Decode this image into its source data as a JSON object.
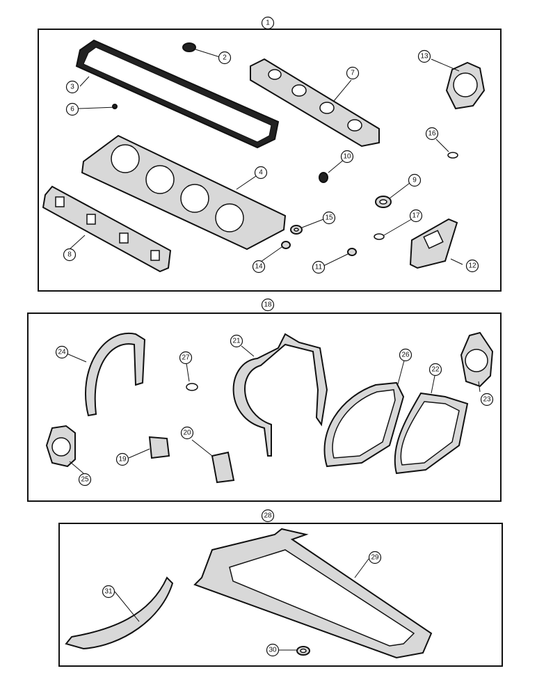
{
  "callouts": {
    "c1": "1",
    "c2": "2",
    "c3": "3",
    "c4": "4",
    "c6": "6",
    "c7": "7",
    "c8": "8",
    "c9": "9",
    "c10": "10",
    "c11": "11",
    "c12": "12",
    "c13": "13",
    "c14": "14",
    "c15": "15",
    "c16": "16",
    "c17": "17",
    "c18": "18",
    "c19": "19",
    "c20": "20",
    "c21": "21",
    "c22": "22",
    "c23": "23",
    "c24": "24",
    "c25": "25",
    "c26": "26",
    "c27": "27",
    "c28": "28",
    "c29": "29",
    "c30": "30",
    "c31": "31"
  }
}
